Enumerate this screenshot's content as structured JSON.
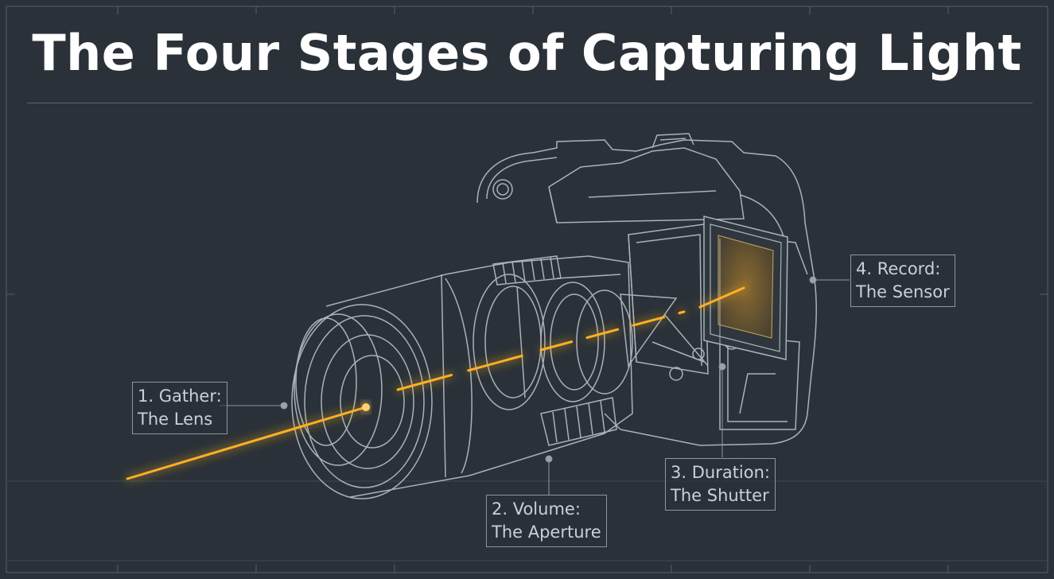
{
  "title": "The Four Stages of Capturing Light",
  "colors": {
    "background": "#2a3138",
    "linework": "#aab3ba",
    "light_beam": "#ffb020",
    "title": "#ffffff"
  },
  "stages": [
    {
      "line1": "1. Gather:",
      "line2": "The Lens"
    },
    {
      "line1": "2. Volume:",
      "line2": "The Aperture"
    },
    {
      "line1": "3. Duration:",
      "line2": "The Shutter"
    },
    {
      "line1": "4. Record:",
      "line2": "The Sensor"
    }
  ]
}
